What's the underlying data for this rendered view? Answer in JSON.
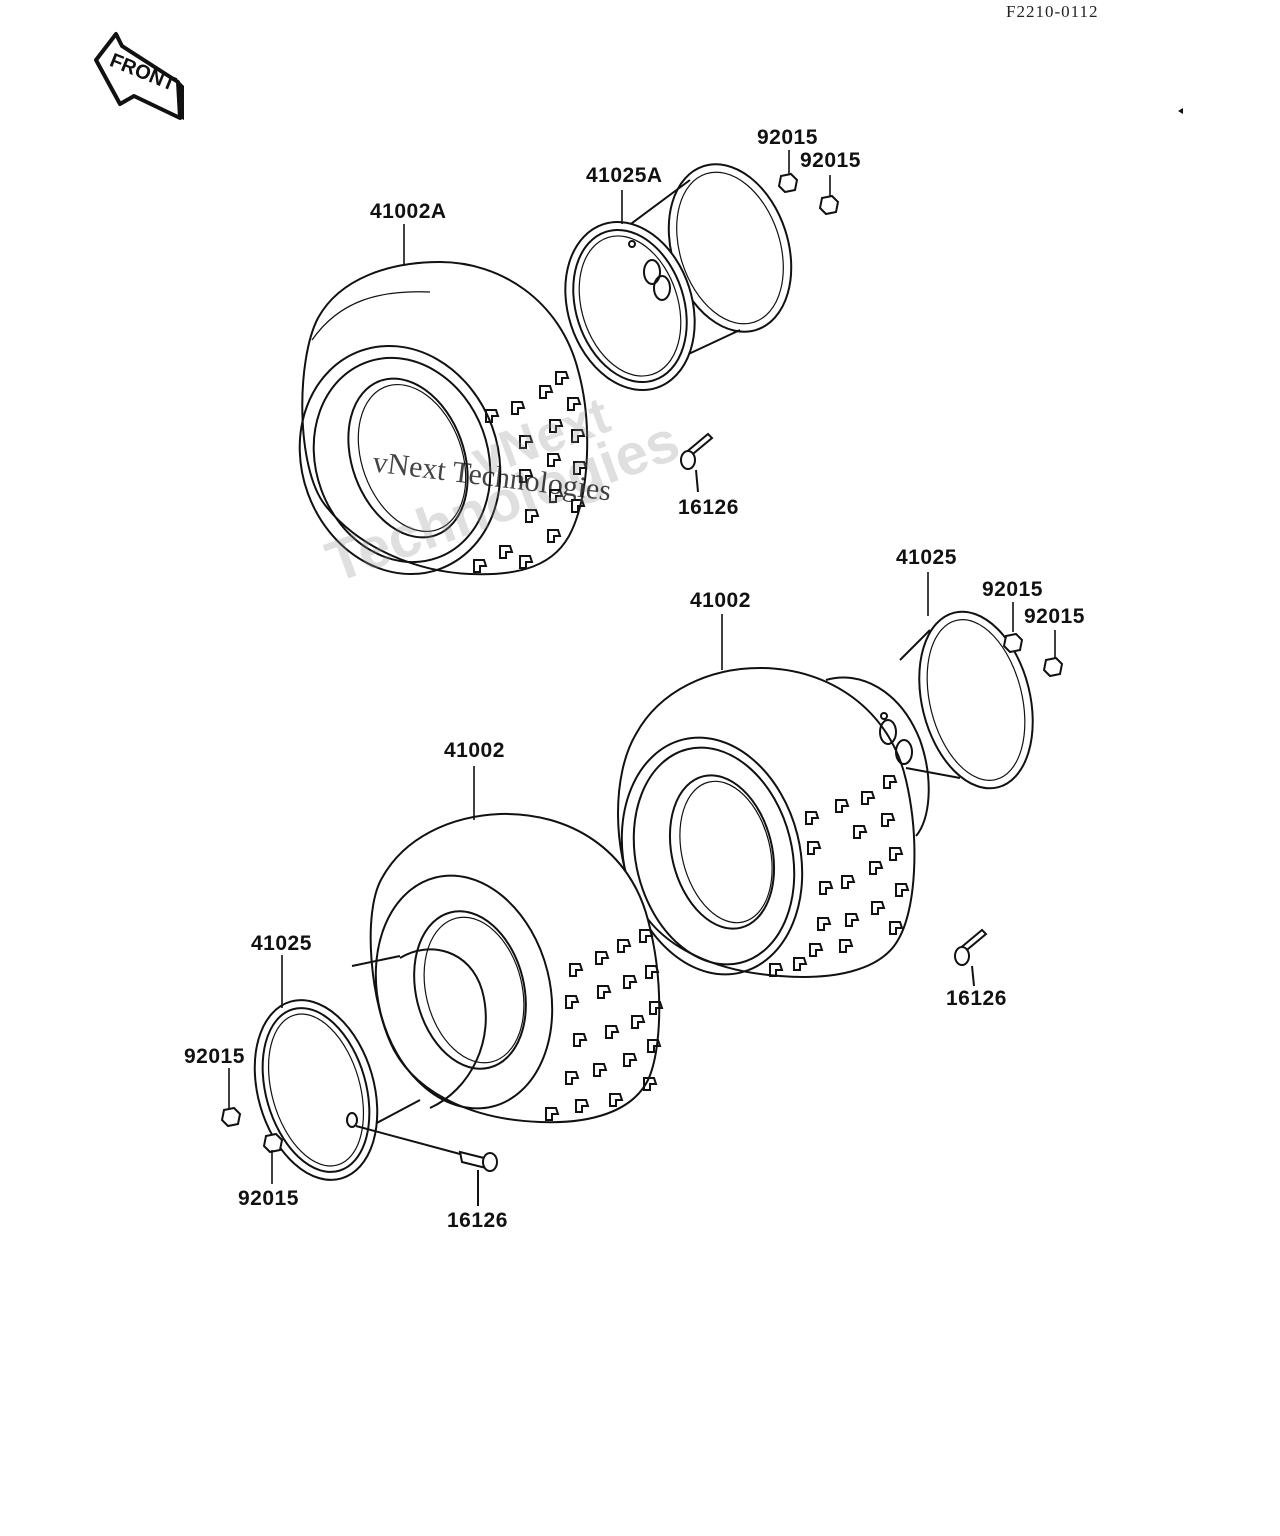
{
  "drawing_code": "F2210-0112",
  "front_arrow_label": "FRONT",
  "watermark": {
    "line1": "vNext",
    "line2": "Technologies",
    "inline": "vNext Technologies"
  },
  "callouts": {
    "top_tire": "41002A",
    "top_rim": "41025A",
    "top_nut_a": "92015",
    "top_nut_b": "92015",
    "top_valve": "16126",
    "right_rim": "41025",
    "right_tire": "41002",
    "right_nut_a": "92015",
    "right_nut_b": "92015",
    "right_valve": "16126",
    "left_tire": "41002",
    "left_rim": "41025",
    "left_nut_a": "92015",
    "left_nut_b": "92015",
    "left_valve": "16126"
  },
  "icons": [
    "front-arrow-icon",
    "tire-icon",
    "rim-icon",
    "nut-icon",
    "valve-icon"
  ]
}
